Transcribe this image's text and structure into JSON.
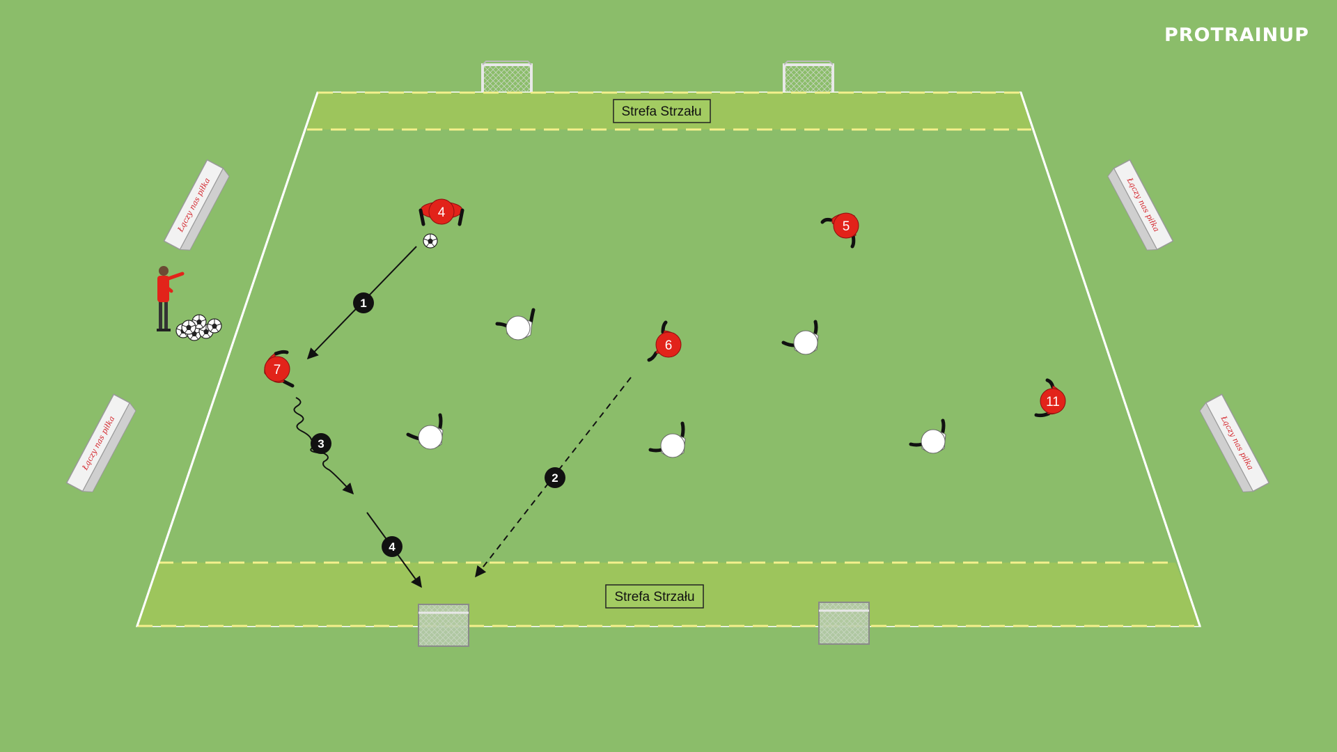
{
  "brand": "PROTRAINUP",
  "zones": {
    "top_label": "Strefa Strzału",
    "bottom_label": "Strefa Strzału"
  },
  "boards": {
    "text": "Łączy nas piłka"
  },
  "players": {
    "red": [
      "4",
      "5",
      "6",
      "7",
      "11"
    ]
  },
  "steps": [
    "1",
    "2",
    "3",
    "4"
  ],
  "colors": {
    "grass": "#8bbd6a",
    "zone": "#9dc55c",
    "line": "#ffffff",
    "zone_dash": "#f4f08c",
    "red_player": "#e2231a",
    "white_player": "#ffffff",
    "step_marker": "#111111"
  }
}
